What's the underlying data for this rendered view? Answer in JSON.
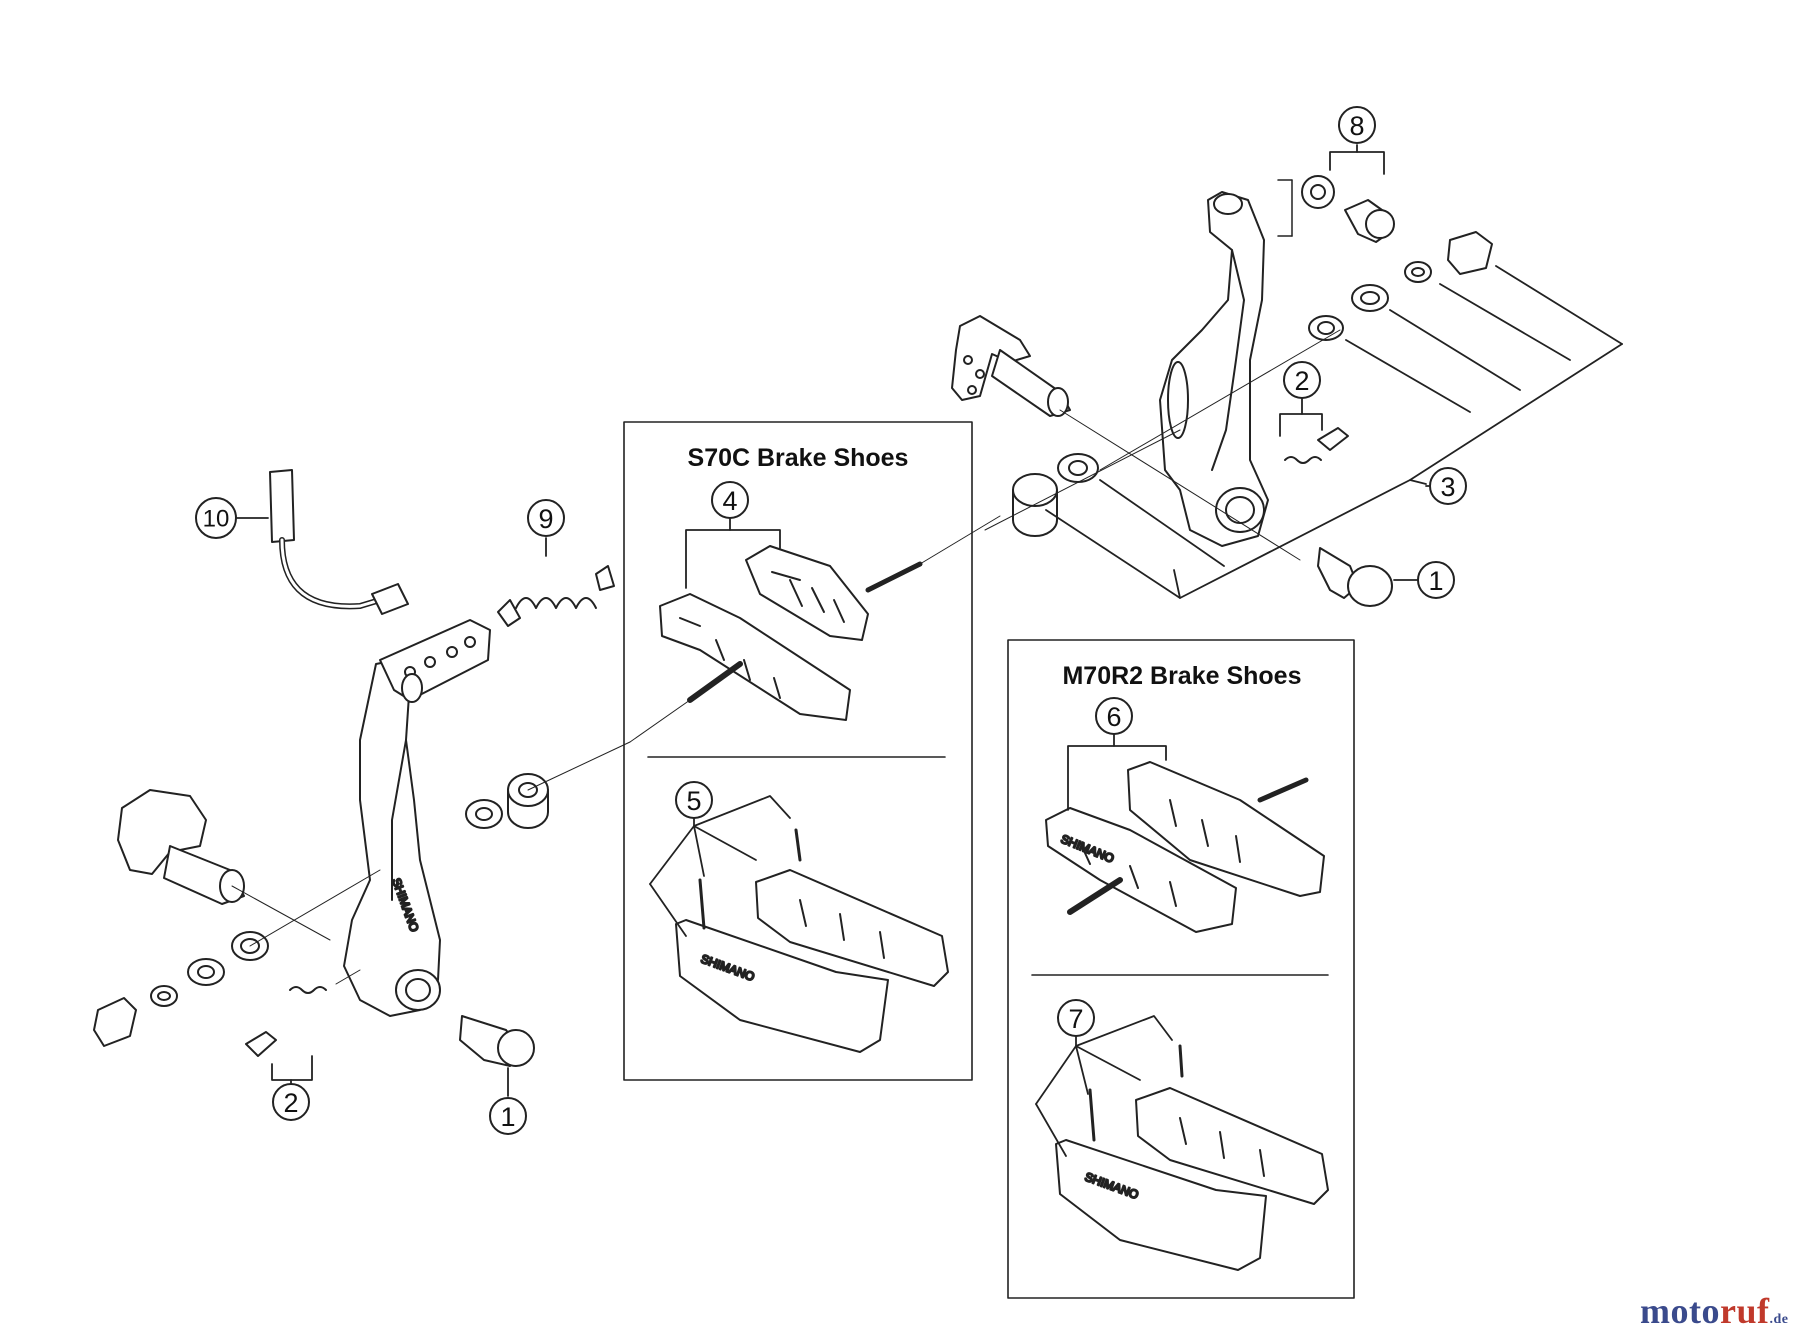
{
  "boxes": {
    "s70c_title": "S70C Brake Shoes",
    "m70r2_title": "M70R2 Brake Shoes"
  },
  "callouts": {
    "c1_right": "1",
    "c1_left": "1",
    "c2_right": "2",
    "c2_left": "2",
    "c3": "3",
    "c4": "4",
    "c5": "5",
    "c6": "6",
    "c7": "7",
    "c8": "8",
    "c9": "9",
    "c10": "10"
  },
  "brand_mark": "SHIMANO",
  "watermark": {
    "part1": "moto",
    "part2": "ruf",
    "part3": ".de"
  },
  "colors": {
    "line": "#222222",
    "fill": "#ffffff",
    "shade": "#d9d9d9",
    "watermark_blue": "#3a4a8c",
    "watermark_red": "#c0392b"
  }
}
